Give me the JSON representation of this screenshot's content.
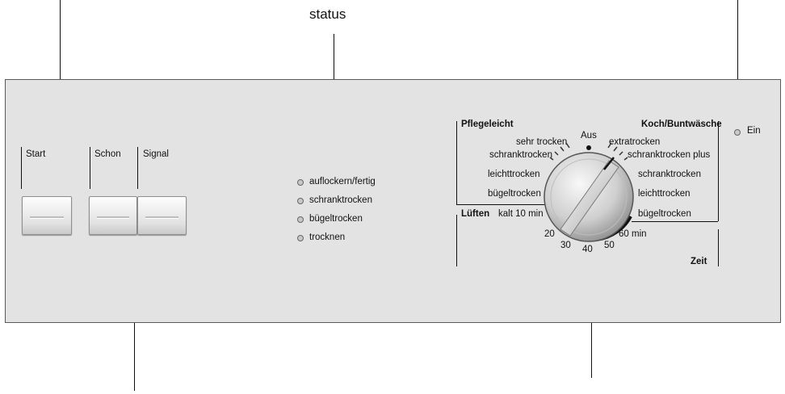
{
  "callouts": {
    "status": "status"
  },
  "buttons": {
    "start": "Start",
    "schon": "Schon",
    "signal": "Signal"
  },
  "status_indicators": [
    "auflockern/fertig",
    "schranktrocken",
    "bügeltrocken",
    "trocknen"
  ],
  "power_indicator": "Ein",
  "dial": {
    "center_label": "Aus",
    "group_left": "Pflegeleicht",
    "group_right": "Koch/Buntwäsche",
    "left_options": [
      "sehr trocken",
      "schranktrocken",
      "leichttrocken",
      "bügeltrocken"
    ],
    "right_options": [
      "extratrocken",
      "schranktrocken plus",
      "schranktrocken",
      "leichttrocken",
      "bügeltrocken"
    ],
    "lueften": "Lüften",
    "lueften_option": "kalt 10 min",
    "time_label": "Zeit",
    "time_marks": [
      "20",
      "30",
      "40",
      "50",
      "60 min"
    ]
  },
  "colors": {
    "panel": "#e3e3e3",
    "text": "#111111"
  }
}
